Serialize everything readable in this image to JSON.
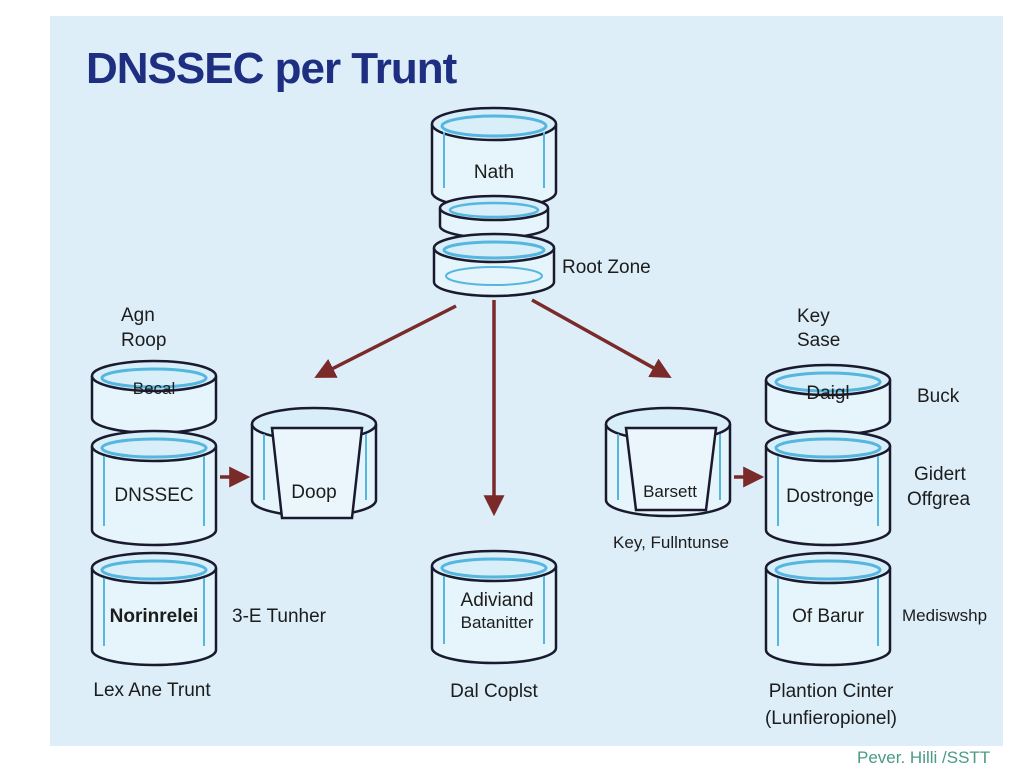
{
  "title": "DNSSEC per Trunt",
  "credit": "Pever. Hilli /SSTT",
  "colors": {
    "panel": "#ddeef8",
    "cylinder_outline": "#1a1a2e",
    "cylinder_inner": "#55b6e0",
    "arrow": "#7b2a2a",
    "title": "#1e2f82"
  },
  "nodes": {
    "root_top": "Nath",
    "root_zone": "Root Zone",
    "left_header": [
      "Agn",
      "Roop"
    ],
    "left_small": "Becal",
    "left_main": "DNSSEC",
    "left_drop": "Doop",
    "left_bottom": "Norinrelei",
    "left_bottom_side": "3-E Tunher",
    "left_caption": "Lex Ane Trunt",
    "center_bottom": [
      "Adiviand",
      "Batanitter"
    ],
    "center_caption": "Dal Coplst",
    "right_drop": "Barsett",
    "right_drop_caption": "Key, Fullntunse",
    "right_header": [
      "Key",
      "Sase"
    ],
    "right_small": "Daigl",
    "right_small_side": "Buck",
    "right_main": "Dostronge",
    "right_main_side": [
      "Gidert",
      "Offgrea"
    ],
    "right_bottom": "Of Barur",
    "right_bottom_side": "Mediswshp",
    "right_caption": [
      "Plantion Cinter",
      "(Lunfieropionel)"
    ]
  }
}
